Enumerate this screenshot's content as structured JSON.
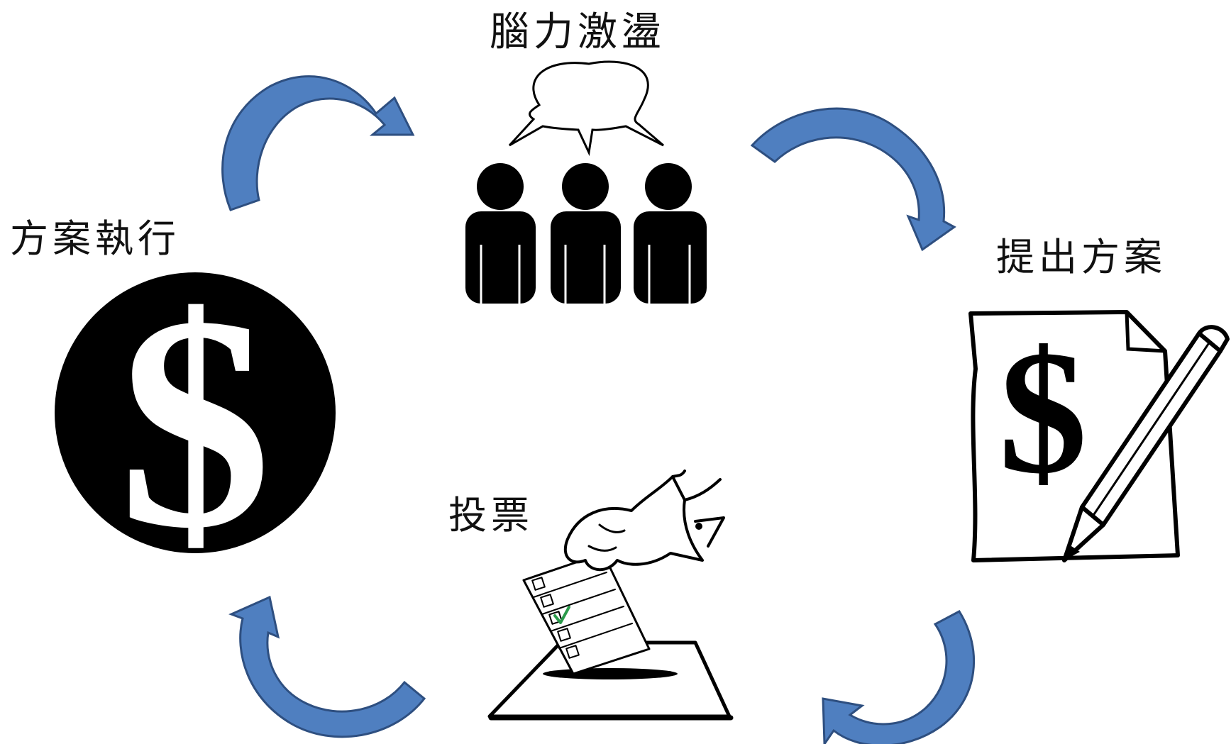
{
  "labels": {
    "brainstorm": "腦力激盪",
    "propose": "提出方案",
    "vote": "投票",
    "execute": "方案執行"
  },
  "icons": {
    "brainstorm": "people-speech-bubble-icon",
    "propose": "dollar-document-pencil-icon",
    "vote": "ballot-box-hand-icon",
    "execute": "dollar-coin-icon"
  },
  "colors": {
    "arrow_fill": "#4f7fc0",
    "arrow_stroke": "#2e4f80",
    "ink": "#000000",
    "check": "#2a9a4a"
  }
}
